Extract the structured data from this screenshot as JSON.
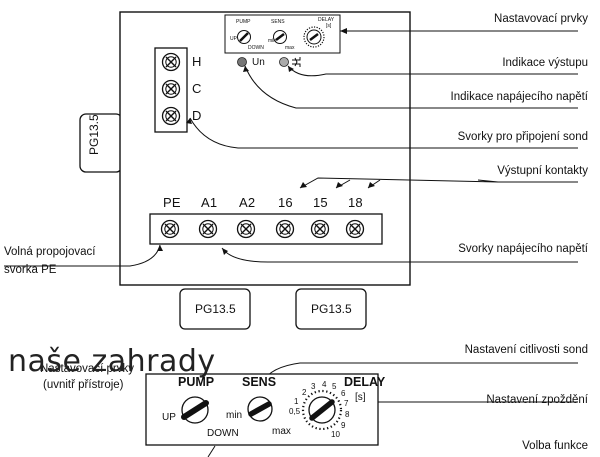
{
  "callouts": {
    "nastavovaci_prvky": "Nastavovací prvky",
    "indikace_vystupu": "Indikace výstupu",
    "indikace_napajeciho_napeti": "Indikace napájecího napětí",
    "svorky_sond": "Svorky pro připojení sond",
    "vystupni_kontakty": "Výstupní kontakty",
    "svorky_napajeciho_napeti": "Svorky napájecího napětí",
    "volna_svorka_line1": "Volná propojovací",
    "volna_svorka_line2": "svorka PE",
    "nastaveni_citlivosti": "Nastavení citlivosti sond",
    "nastavovaci_prvky_uvnitr_line1": "Nastavovací prvky",
    "nastavovaci_prvky_uvnitr_line2": "(uvnitř přístroje)",
    "nastaveni_zpozdeni": "Nastavení zpoždění",
    "volba_funkce": "Volba funkce"
  },
  "probe_terminals": [
    "H",
    "C",
    "D"
  ],
  "main_terminals": [
    "PE",
    "A1",
    "A2",
    "16",
    "15",
    "18"
  ],
  "glands": [
    "PG13.5",
    "PG13.5",
    "PG13.5"
  ],
  "indicators": {
    "un": "Un"
  },
  "top_panel": {
    "pump": "PUMP",
    "sens": "SENS",
    "delay": "DELAY",
    "unit": "[s]",
    "up": "UP",
    "down": "DOWN",
    "min": "min",
    "max": "max"
  },
  "detail_panel": {
    "pump": "PUMP",
    "sens": "SENS",
    "delay": "DELAY",
    "unit": "[s]",
    "up": "UP",
    "down": "DOWN",
    "min": "min",
    "max": "max",
    "delay_scale": [
      "0,5",
      "1",
      "2",
      "3",
      "4",
      "5",
      "6",
      "7",
      "8",
      "9",
      "10"
    ]
  },
  "watermark": "naše zahrady"
}
